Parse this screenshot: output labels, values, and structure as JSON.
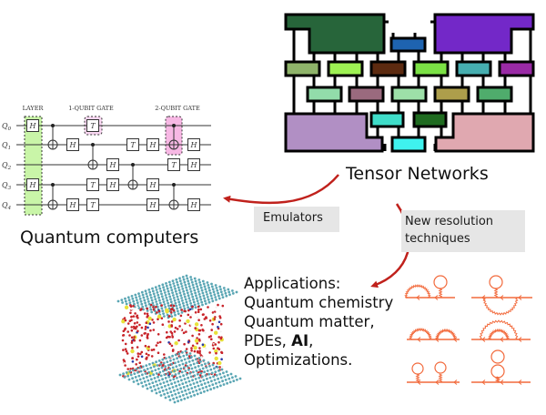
{
  "circuit": {
    "header_labels": {
      "layer": "LAYER",
      "one_qubit": "1-QUBIT GATE",
      "two_qubit": "2-QUBIT GATE"
    },
    "qubits": [
      "Q0",
      "Q1",
      "Q2",
      "Q3",
      "Q4"
    ],
    "gates": [
      {
        "type": "H",
        "qubit": 0,
        "col": 0
      },
      {
        "type": "H",
        "qubit": 3,
        "col": 0
      },
      {
        "type": "CNOT",
        "control": 0,
        "target": 1,
        "col": 1
      },
      {
        "type": "CNOT",
        "control": 3,
        "target": 4,
        "col": 1
      },
      {
        "type": "H",
        "qubit": 1,
        "col": 2
      },
      {
        "type": "H",
        "qubit": 4,
        "col": 2
      },
      {
        "type": "T",
        "qubit": 0,
        "col": 3
      },
      {
        "type": "CNOT",
        "control": 1,
        "target": 2,
        "col": 3
      },
      {
        "type": "T",
        "qubit": 3,
        "col": 3
      },
      {
        "type": "T",
        "qubit": 4,
        "col": 3
      },
      {
        "type": "H",
        "qubit": 2,
        "col": 4
      },
      {
        "type": "H",
        "qubit": 3,
        "col": 4
      },
      {
        "type": "T",
        "qubit": 1,
        "col": 5
      },
      {
        "type": "CNOT",
        "control": 2,
        "target": 3,
        "col": 5
      },
      {
        "type": "H",
        "qubit": 1,
        "col": 6
      },
      {
        "type": "H",
        "qubit": 3,
        "col": 6
      },
      {
        "type": "H",
        "qubit": 4,
        "col": 6
      },
      {
        "type": "CNOT",
        "control": 0,
        "target": 1,
        "col": 7
      },
      {
        "type": "T",
        "qubit": 2,
        "col": 7
      },
      {
        "type": "CNOT",
        "control": 3,
        "target": 4,
        "col": 7
      },
      {
        "type": "H",
        "qubit": 1,
        "col": 8
      },
      {
        "type": "H",
        "qubit": 2,
        "col": 8
      },
      {
        "type": "H",
        "qubit": 4,
        "col": 8
      }
    ],
    "highlights": {
      "layer_color": "#c9f5a8",
      "one_qubit_color": "#f7d6f0",
      "two_qubit_color": "#f7b8e4"
    }
  },
  "labels": {
    "quantum_computers": "Quantum computers",
    "tensor_networks": "Tensor Networks",
    "emulators": "Emulators",
    "new_resolution_line1": "New resolution",
    "new_resolution_line2": "techniques"
  },
  "applications": {
    "title": "Applications:",
    "lines": [
      "Quantum chemistry",
      "Quantum matter,"
    ],
    "pdes_prefix": "PDEs, ",
    "ai": "AI",
    "pdes_suffix": ",",
    "last": "Optimizations."
  },
  "tensor_network": {
    "colors": {
      "top_left": "#27653a",
      "top_center": "#1e63b0",
      "top_right": "#7328c8",
      "row1": [
        "#8fb46a",
        "#9ef253",
        "#5c2a10",
        "#7be145",
        "#46aeb0",
        "#9a2aa6"
      ],
      "row2": [
        "#92dcaa",
        "#9a6a7e",
        "#9de0a8",
        "#ad9e4b",
        "#4fac6c"
      ],
      "bottom_left": "#b18fc4",
      "bottom_mid1": "#3fddc9",
      "bottom_mid2": "#1f6b20",
      "bottom_center": "#3ff2ee",
      "bottom_right": "#e0a8b0"
    }
  },
  "colors": {
    "arrow": "#c0211c",
    "feynman": "#f26a3c",
    "label_bg": "#e6e6e6"
  }
}
